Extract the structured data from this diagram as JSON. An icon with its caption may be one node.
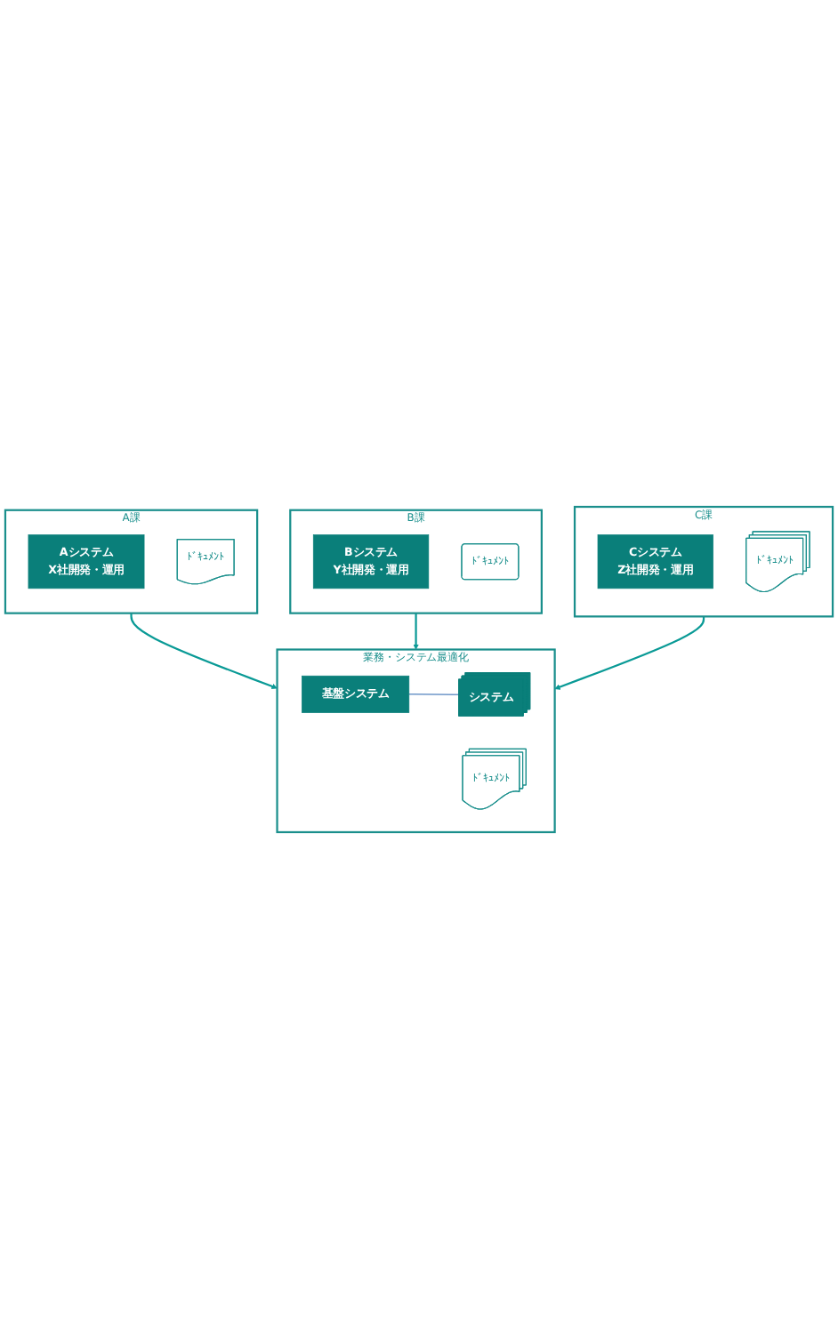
{
  "diagram": {
    "nodes": [
      {
        "text": [
          "A課"
        ]
      },
      {
        "text": [
          "Aシステム",
          "X社開発・運用"
        ],
        "in": 0
      },
      {
        "text": [
          "ﾄﾞｷｭﾒﾝﾄ"
        ],
        "in": 0
      },
      {
        "text": [
          "B課"
        ]
      },
      {
        "text": [
          "Bシステム",
          "Y社開発・運用"
        ],
        "in": 3
      },
      {
        "text": [
          "ﾄﾞｷｭﾒﾝﾄ"
        ],
        "in": 3
      },
      {
        "text": [
          "C課"
        ]
      },
      {
        "text": [
          "Cシステム",
          "Z社開発・運用"
        ],
        "in": 6
      },
      {
        "text": [
          "ﾄﾞｷｭﾒﾝﾄ"
        ],
        "in": 6
      },
      {
        "text": [
          "業務・システム最適化"
        ]
      },
      {
        "text": [
          "基盤システム"
        ],
        "in": 9
      },
      {
        "text": [
          "システム"
        ],
        "in": 9
      },
      {
        "text": [
          "ﾄﾞｷｭﾒﾝﾄ"
        ],
        "in": 9
      }
    ],
    "edges": [
      {
        "from": 0,
        "to": 9,
        "arrow": "to"
      },
      {
        "from": 3,
        "to": 9,
        "arrow": "to"
      },
      {
        "from": 6,
        "to": 9,
        "arrow": "to"
      },
      {
        "from": 10,
        "to": 11,
        "arrow": "none",
        "color": "#6f97c9"
      }
    ]
  }
}
